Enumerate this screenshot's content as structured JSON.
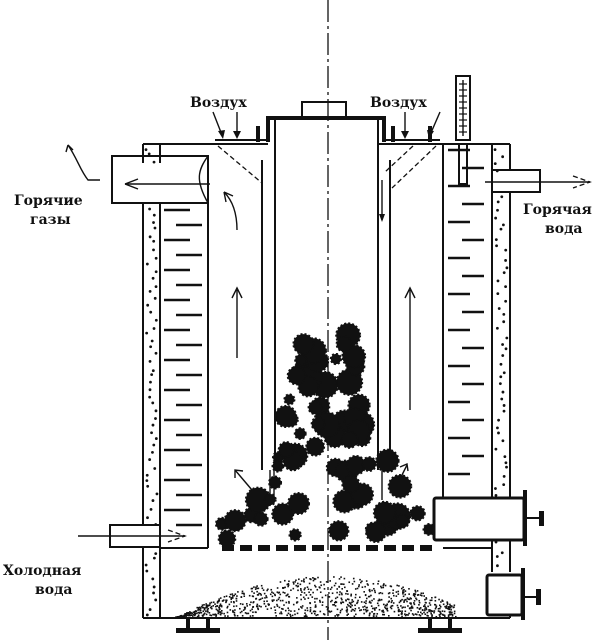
{
  "diagram": {
    "type": "technical-schematic",
    "subject": "Water-heating boiler with vertical fuel shaft (cross-section)",
    "labels": {
      "air_left": "Воздух",
      "air_right": "Воздух",
      "hot_gases_line1": "Горячие",
      "hot_gases_line2": "газы",
      "hot_water_line1": "Горячая",
      "hot_water_line2": "вода",
      "cold_water_line1": "Холодная",
      "cold_water_line2": "вода"
    },
    "components": [
      "fuel-loading-lid",
      "central-fuel-shaft",
      "fuel-bed",
      "grate",
      "ash-pit",
      "water-jacket",
      "insulation-layer",
      "flue-gas-outlet",
      "hot-water-outlet",
      "cold-water-inlet",
      "thermometer",
      "fire-door",
      "ash-door",
      "support-feet"
    ],
    "colors": {
      "line": "#111111",
      "background": "#ffffff"
    }
  }
}
